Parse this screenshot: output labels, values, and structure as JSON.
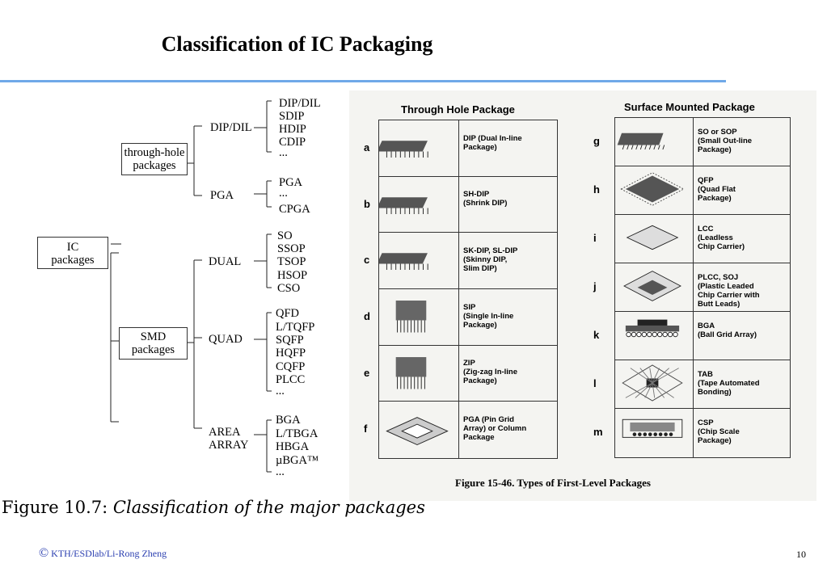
{
  "slide": {
    "title": "Classification of IC Packaging",
    "footer": "KTH/ESDlab/Li-Rong Zheng",
    "copyright_symbol": "©",
    "page_number": "10",
    "rule_color": "#6fa8e8",
    "footer_color": "#2b3fb0"
  },
  "tree": {
    "root": "IC\npackages",
    "through_hole": "through-hole\npackages",
    "smd": "SMD\npackages",
    "groups": [
      {
        "label": "DIP/DIL",
        "items": [
          "DIP/DIL",
          "SDIP",
          "HDIP",
          "CDIP",
          "..."
        ]
      },
      {
        "label": "PGA",
        "items": [
          "PGA",
          "...",
          "CPGA"
        ]
      },
      {
        "label": "DUAL",
        "items": [
          "SO",
          "SSOP",
          "TSOP",
          "HSOP",
          "CSO"
        ]
      },
      {
        "label": "QUAD",
        "items": [
          "QFD",
          "L/TQFP",
          "SQFP",
          "HQFP",
          "CQFP",
          "PLCC",
          "..."
        ]
      },
      {
        "label": "AREA\nARRAY",
        "items": [
          "BGA",
          "L/TBGA",
          "HBGA",
          "µBGA™",
          "..."
        ]
      }
    ],
    "caption_prefix": "Figure 10.7:",
    "caption_text": "Classification of the major packages"
  },
  "figure": {
    "through_hole_header": "Through Hole Package",
    "surface_header": "Surface Mounted Package",
    "left_rows": [
      {
        "letter": "a",
        "desc": "DIP (Dual In-line\nPackage)"
      },
      {
        "letter": "b",
        "desc": "SH-DIP\n(Shrink DIP)"
      },
      {
        "letter": "c",
        "desc": "SK-DIP, SL-DIP\n(Skinny DIP,\nSlim DIP)"
      },
      {
        "letter": "d",
        "desc": "SIP\n(Single In-line\nPackage)"
      },
      {
        "letter": "e",
        "desc": "ZIP\n(Zig-zag In-line\nPackage)"
      },
      {
        "letter": "f",
        "desc": "PGA (Pin Grid\nArray) or Column\nPackage"
      }
    ],
    "right_rows": [
      {
        "letter": "g",
        "desc": "SO or SOP\n(Small Out-line\nPackage)"
      },
      {
        "letter": "h",
        "desc": "QFP\n(Quad Flat\nPackage)"
      },
      {
        "letter": "i",
        "desc": "LCC\n(Leadless\nChip Carrier)"
      },
      {
        "letter": "j",
        "desc": "PLCC, SOJ\n(Plastic Leaded\nChip Carrier with\nButt Leads)"
      },
      {
        "letter": "k",
        "desc": "BGA\n(Ball Grid Array)"
      },
      {
        "letter": "l",
        "desc": "TAB\n(Tape Automated\nBonding)"
      },
      {
        "letter": "m",
        "desc": "CSP\n(Chip Scale\nPackage)"
      }
    ],
    "caption": "Figure 15-46.  Types of First-Level Packages"
  }
}
